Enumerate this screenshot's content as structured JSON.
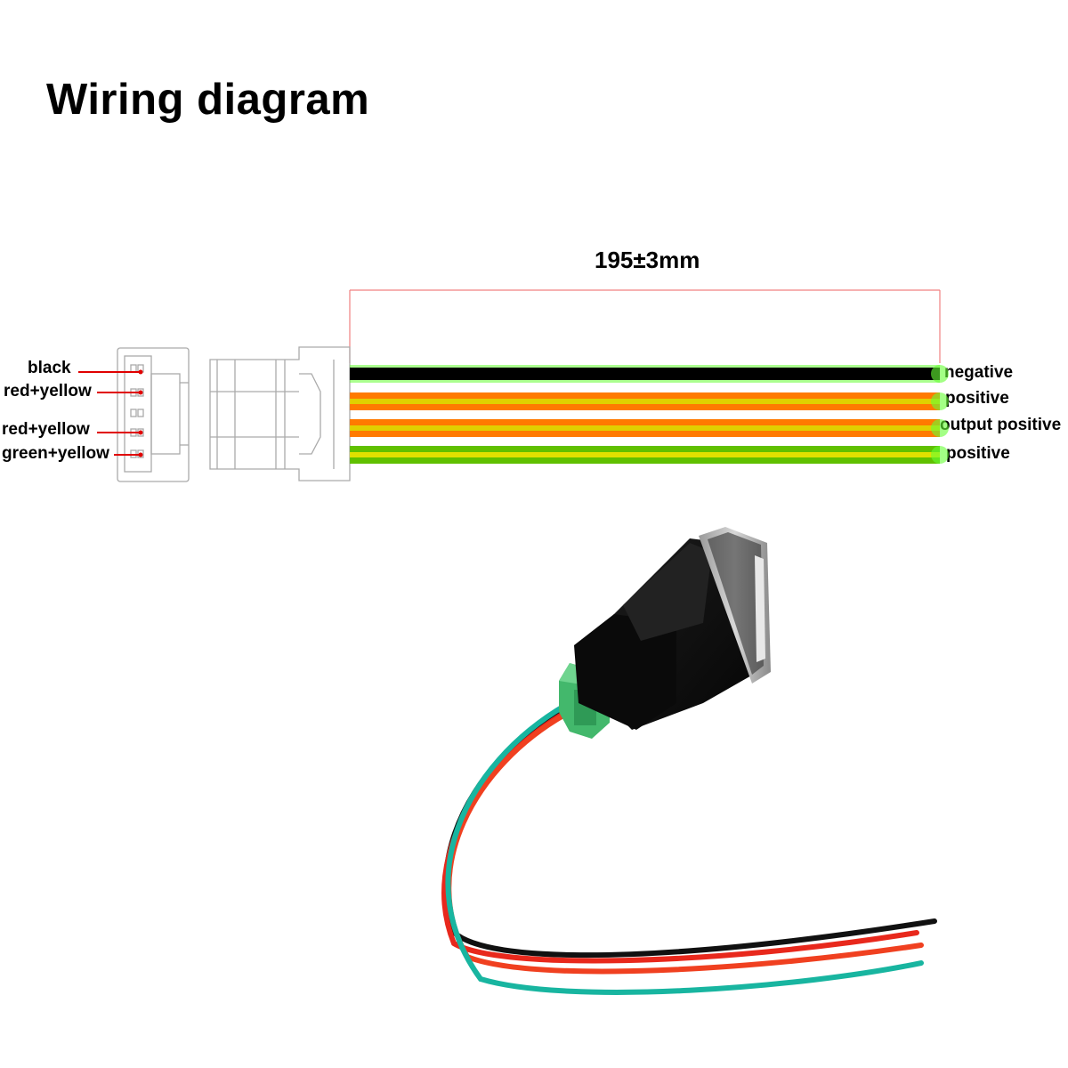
{
  "title": "Wiring diagram",
  "dimension": "195±3mm",
  "pins": [
    {
      "label": "black",
      "color": "#000000"
    },
    {
      "label": "red+yellow",
      "color": "#ff8c00"
    },
    {
      "label": "red+yellow",
      "color": "#ff8c00"
    },
    {
      "label": "green+yellow",
      "color": "#7acc00"
    }
  ],
  "wires": [
    {
      "label": "negative",
      "color": "#000000",
      "stripe": "#000000"
    },
    {
      "label": "positive",
      "color": "#ff7a00",
      "stripe": "#e0d000"
    },
    {
      "label": "output positive",
      "color": "#ff7a00",
      "stripe": "#e0d000"
    },
    {
      "label": "positive",
      "color": "#60c000",
      "stripe": "#e0e000"
    }
  ],
  "colors": {
    "leader": "#e00000",
    "dim_line": "#f08080",
    "wire_glow": "#66ff33"
  }
}
